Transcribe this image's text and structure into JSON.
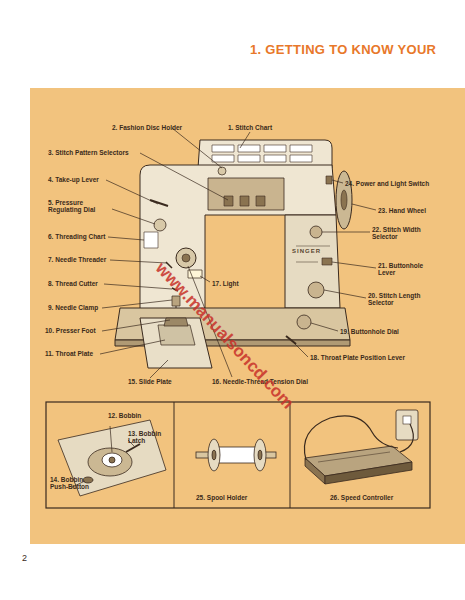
{
  "diagram": {
    "title": "1. GETTING TO KNOW YOUR",
    "nodes": [
      {
        "text": [
          "12. Bobbin",
          "13. Bobbin Latch",
          "14. Bobbin Push-Button"
        ]
      },
      {
        "text": [
          "25. Spool Holder"
        ]
      },
      {
        "text": [
          "26. Speed Controller"
        ]
      }
    ],
    "labels": [
      "1. Stitch Chart",
      "2. Fashion Disc Holder",
      "3. Stitch Pattern Selectors",
      "4. Take-up Lever",
      "5. Pressure Regulating Dial",
      "6. Threading Chart",
      "7. Needle Threader",
      "8. Thread Cutter",
      "9. Needle Clamp",
      "10. Presser Foot",
      "11. Throat Plate",
      "SINGER",
      "17. Light",
      "15. Slide Plate",
      "16. Needle-Thread Tension Dial",
      "24. Power and Light Switch",
      "23. Hand Wheel",
      "22. Stitch Width Selector",
      "21. Buttonhole Lever",
      "20. Stitch Length Selector",
      "19. Buttonhole Dial",
      "18. Throat Plate Position Lever",
      "www.manualsoncd.com",
      "2"
    ]
  }
}
